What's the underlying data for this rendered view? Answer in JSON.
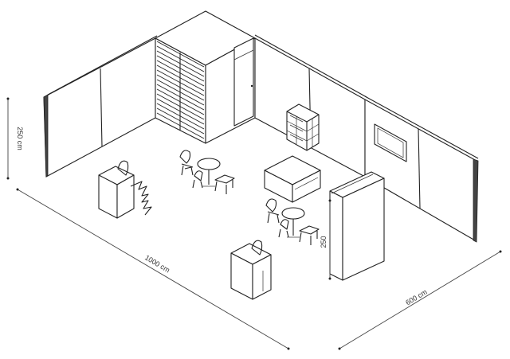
{
  "dimensions": {
    "height_left": "250 cm",
    "length_front": "1000 cm",
    "depth_right": "600 cm",
    "partition_height": "250"
  }
}
